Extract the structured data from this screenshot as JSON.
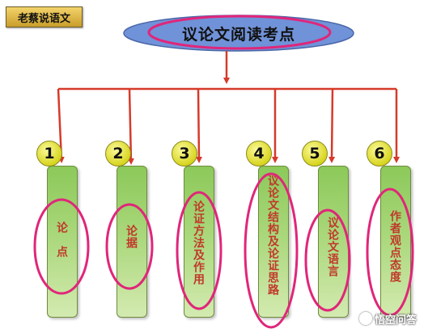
{
  "tag_label": "老蔡说语文",
  "title": "议论文阅读考点",
  "items": [
    {
      "number": "1",
      "label": "论　点"
    },
    {
      "number": "2",
      "label": "论据"
    },
    {
      "number": "3",
      "label": "论证方法及作用"
    },
    {
      "number": "4",
      "label": "议论文结构及论证思路"
    },
    {
      "number": "5",
      "label": "议论文语言"
    },
    {
      "number": "6",
      "label": "作者观点态度"
    }
  ],
  "watermark": "悟空问答",
  "colors": {
    "arrow": "#d63a2a",
    "annotation": "#e0267a",
    "ellipse_fill": "#6f8fd6",
    "column": "#9acd62",
    "badge": "#e8e538"
  }
}
